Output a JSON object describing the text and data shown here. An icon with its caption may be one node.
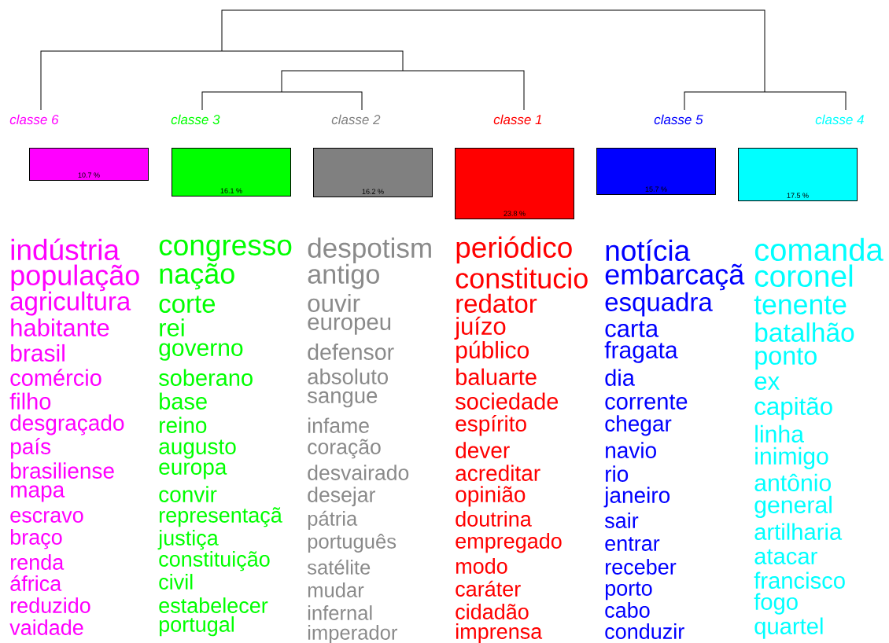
{
  "diagram": {
    "nodes": [
      {
        "text": [
          "classe 6",
          "10.7 %"
        ],
        "beside": [
          "indústria",
          "população",
          "agricultura",
          "habitante",
          "brasil",
          "comércio",
          "filho",
          "desgraçado",
          "país",
          "brasiliense",
          "mapa",
          "escravo",
          "braço",
          "renda",
          "áfrica",
          "reduzido",
          "vaidade"
        ]
      },
      {
        "text": [
          "classe 3",
          "16.1 %"
        ],
        "beside": [
          "congresso",
          "nação",
          "corte",
          "rei",
          "governo",
          "soberano",
          "base",
          "reino",
          "augusto",
          "europa",
          "convir",
          "representaçã",
          "justiça",
          "constituição",
          "civil",
          "estabelecer",
          "portugal"
        ]
      },
      {
        "text": [
          "classe 2",
          "16.2 %"
        ],
        "beside": [
          "despotism",
          "antigo",
          "ouvir",
          "europeu",
          "defensor",
          "absoluto",
          "sangue",
          "infame",
          "coração",
          "desvairado",
          "desejar",
          "pátria",
          "português",
          "satélite",
          "mudar",
          "infernal",
          "imperador"
        ]
      },
      {
        "text": [
          "classe 1",
          "23.8 %"
        ],
        "beside": [
          "periódico",
          "constitucio",
          "redator",
          "juízo",
          "público",
          "baluarte",
          "sociedade",
          "espírito",
          "dever",
          "acreditar",
          "opinião",
          "doutrina",
          "empregado",
          "modo",
          "caráter",
          "cidadão",
          "imprensa"
        ]
      },
      {
        "text": [
          "classe 5",
          "15.7 %"
        ],
        "beside": [
          "notícia",
          "embarcaçã",
          "esquadra",
          "carta",
          "fragata",
          "dia",
          "corrente",
          "chegar",
          "navio",
          "rio",
          "janeiro",
          "sair",
          "entrar",
          "receber",
          "porto",
          "cabo",
          "conduzir"
        ]
      },
      {
        "text": [
          "classe 4",
          "17.5 %"
        ],
        "beside": [
          "comanda",
          "coronel",
          "tenente",
          "batalhão",
          "ponto",
          "ex",
          "capitão",
          "linha",
          "inimigo",
          "antônio",
          "general",
          "artilharia",
          "atacar",
          "francisco",
          "fogo",
          "quartel"
        ]
      }
    ]
  }
}
